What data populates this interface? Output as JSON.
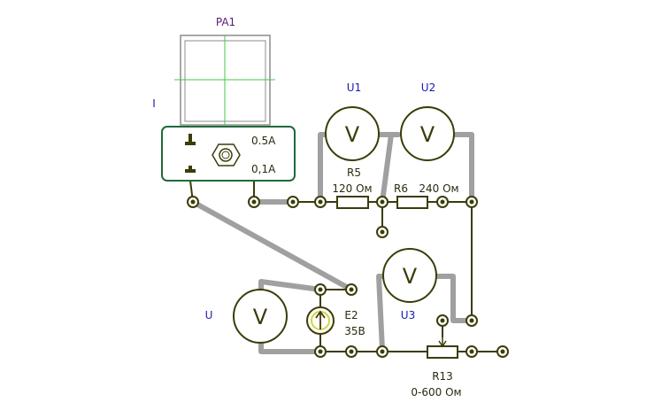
{
  "ammeter": {
    "name": "PA1",
    "side_label": "I",
    "range_high": "0.5А",
    "range_low": "0,1А"
  },
  "voltmeters": {
    "u1": {
      "name": "U1",
      "glyph": "V"
    },
    "u2": {
      "name": "U2",
      "glyph": "V"
    },
    "u3": {
      "name": "U3",
      "glyph": "V"
    },
    "u": {
      "name": "U",
      "glyph": "V"
    }
  },
  "resistors": {
    "r5": {
      "name": "R5",
      "value": "120 Ом"
    },
    "r6": {
      "name": "R6",
      "value": "240 Ом"
    },
    "r13": {
      "name": "R13",
      "value": "0-600 Ом"
    }
  },
  "source": {
    "name": "E2",
    "value": "35В"
  },
  "colors": {
    "wire_dark": "#3c3c0a",
    "wire_gray": "#a0a0a0",
    "panel_border": "#1f6b3a",
    "label_blue": "#1a1ab4",
    "label_purple": "#5a1a7a",
    "crosshair": "#46c846"
  }
}
